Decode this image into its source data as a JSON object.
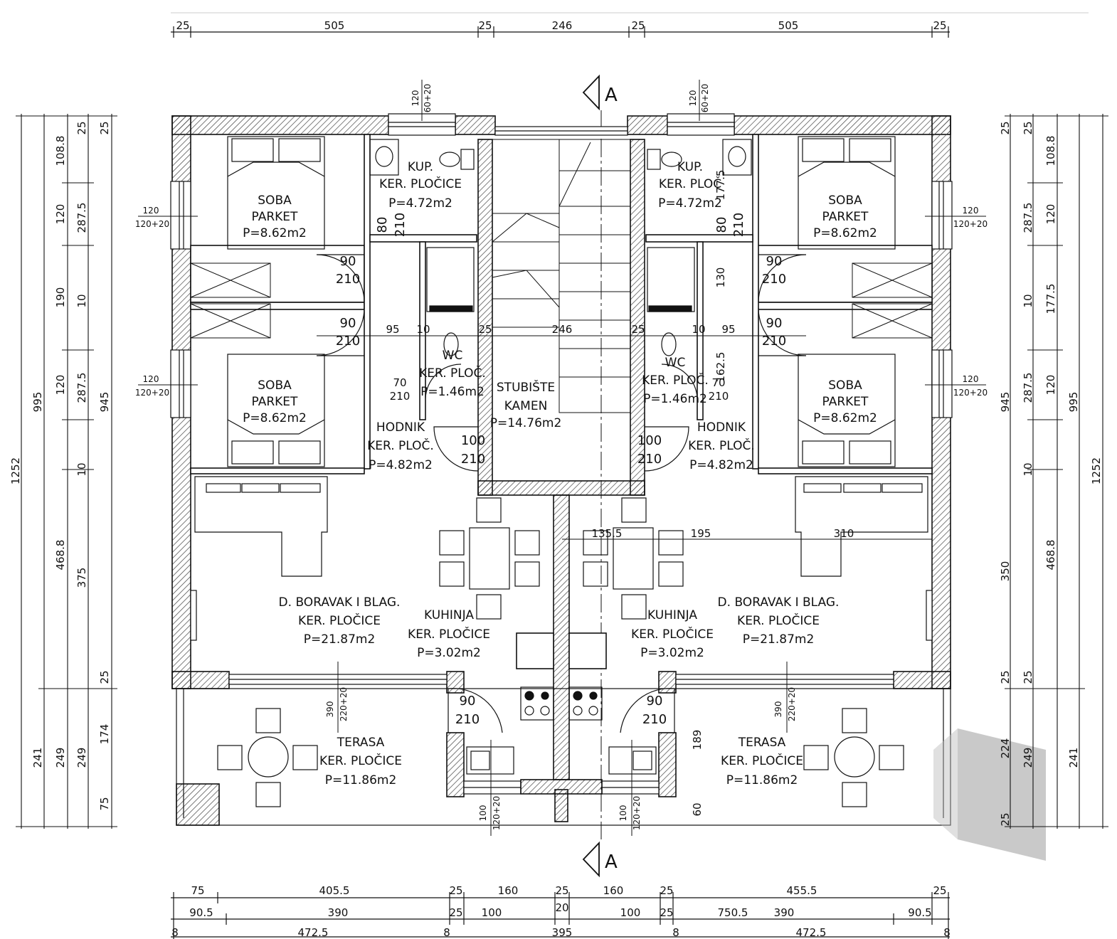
{
  "rooms": {
    "left_room1": [
      "SOBA",
      "PARKET",
      "P=8.62m2"
    ],
    "left_room2": [
      "SOBA",
      "PARKET",
      "P=8.62m2"
    ],
    "right_room1": [
      "SOBA",
      "PARKET",
      "P=8.62m2"
    ],
    "right_room2": [
      "SOBA",
      "PARKET",
      "P=8.62m2"
    ],
    "left_bath": [
      "KUP.",
      "KER. PLOČICE",
      "P=4.72m2"
    ],
    "right_bath": [
      "KUP.",
      "KER. PLOČ",
      "P=4.72m2"
    ],
    "left_wc": [
      "WC",
      "KER. PLOČ.",
      "P=1.46m2"
    ],
    "right_wc": [
      "WC",
      "KER. PLOČ.",
      "P=1.46m2"
    ],
    "left_hall": [
      "HODNIK",
      "KER. PLOČ.",
      "P=4.82m2"
    ],
    "right_hall": [
      "HODNIK",
      "KER. PLOČ.",
      "P=4.82m2"
    ],
    "stair": [
      "STUBIŠTE",
      "KAMEN",
      "P=14.76m2"
    ],
    "left_living": [
      "D. BORAVAK I BLAG.",
      "KER. PLOČICE",
      "P=21.87m2"
    ],
    "right_living": [
      "D. BORAVAK I BLAG.",
      "KER. PLOČICE",
      "P=21.87m2"
    ],
    "left_kitchen": [
      "KUHINJA",
      "KER.   PLOČICE",
      "P=3.02m2"
    ],
    "right_kitchen": [
      "KUHINJA",
      "KER.   PLOČICE",
      "P=3.02m2"
    ],
    "left_terrace": [
      "TERASA",
      "KER. PLOČICE",
      "P=11.86m2"
    ],
    "right_terrace": [
      "TERASA",
      "KER. PLOČICE",
      "P=11.86m2"
    ]
  },
  "section_marker": "A",
  "top_dims": [
    "25",
    "505",
    "25",
    "246",
    "25",
    "505",
    "25"
  ],
  "bottom_dims_row1": [
    "75",
    "405.5",
    "25",
    "160",
    "25",
    "160",
    "25",
    "455.5",
    "25"
  ],
  "bottom_dims_row2": [
    "90.5",
    "390",
    "25",
    "100",
    "20",
    "100",
    "25",
    "750.5",
    "390",
    "90.5"
  ],
  "bottom_dims_row3": [
    "8",
    "472.5",
    "8",
    "395",
    "8",
    "472.5",
    "8"
  ],
  "left_dims_outer": [
    "1252"
  ],
  "left_dims_a": [
    "995",
    "241"
  ],
  "left_dims_b": [
    "108.8",
    "287.5",
    "287.5",
    "468.8",
    "249"
  ],
  "left_dims_c": [
    "120",
    "190",
    "120",
    "375",
    "249"
  ],
  "left_dims_d": [
    "945",
    "174",
    "75"
  ],
  "right_dims_outer": [
    "1252"
  ],
  "right_dims_a": [
    "995",
    "241"
  ],
  "right_dims_b": [
    "108.8",
    "287.5",
    "287.5",
    "468.8",
    "249"
  ],
  "right_dims_c": [
    "120",
    "177.5",
    "120",
    "350",
    "224",
    "25"
  ],
  "right_dims_d": [
    "945"
  ],
  "small_marks": [
    "25",
    "10",
    "8"
  ],
  "windows": {
    "room": [
      "120",
      "120+20"
    ],
    "bath": [
      "120",
      "60+20"
    ],
    "terrace": [
      "390",
      "220+20"
    ],
    "kitchen": [
      "100",
      "120+20"
    ]
  },
  "doors": {
    "room": [
      "90",
      "210"
    ],
    "entry": [
      "100",
      "210"
    ],
    "wc": [
      "70",
      "210"
    ],
    "bath": [
      "80",
      "210"
    ],
    "terrace": [
      "90",
      "210"
    ]
  },
  "inner_dims": [
    "95",
    "10",
    "25",
    "246",
    "25",
    "10",
    "95",
    "135.5",
    "195",
    "310",
    "189",
    "60",
    "130",
    "162.5",
    "177.5",
    "10"
  ]
}
